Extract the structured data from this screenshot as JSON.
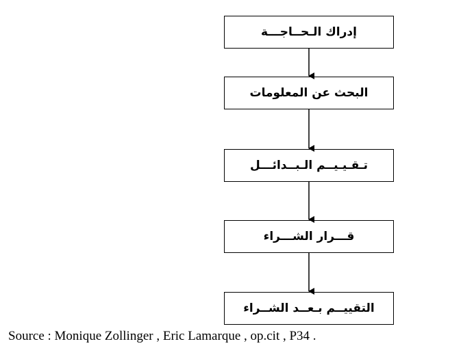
{
  "diagram": {
    "steps": [
      "إدراك الـحــاجـــة",
      "البحث عن المعلومات",
      "تـقـيـيــم الـبــدائـــل",
      "قـــرار الشـــراء",
      "التقييــم بـعــد الشــراء"
    ],
    "line_color": "#000000"
  },
  "caption": {
    "source": "Source : Monique Zollinger , Eric Lamarque , op.cit , P34 ."
  }
}
